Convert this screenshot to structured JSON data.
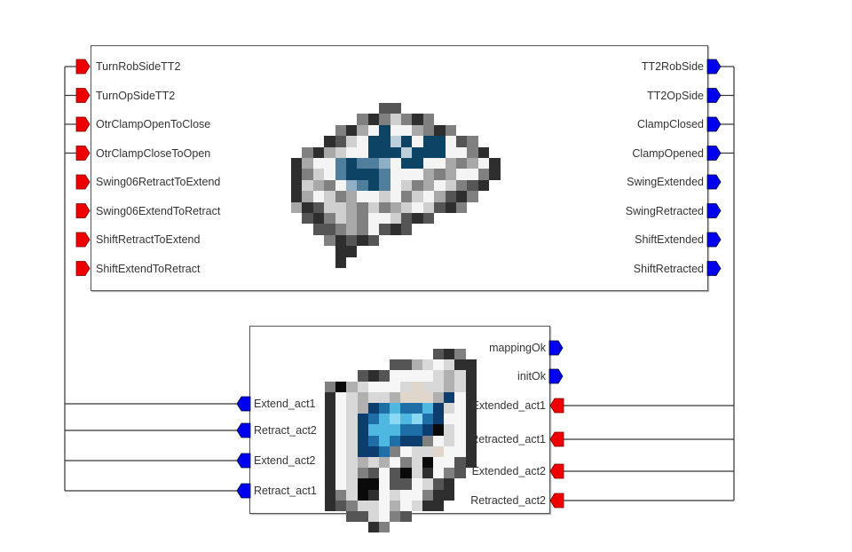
{
  "diagram": {
    "colors": {
      "event_input": "#ee0000",
      "event_output": "#0000ee",
      "wire": "#333333",
      "label": "#333333",
      "border": "#555555"
    },
    "top_block": {
      "name": "turntable-clamp-swing-shift-block",
      "icon": "pixel-tray-icon",
      "inputs": [
        {
          "label": "TurnRobSideTT2",
          "type": "event_input"
        },
        {
          "label": "TurnOpSideTT2",
          "type": "event_input"
        },
        {
          "label": "OtrClampOpenToClose",
          "type": "event_input"
        },
        {
          "label": "OtrClampCloseToOpen",
          "type": "event_input"
        },
        {
          "label": "Swing06RetractToExtend",
          "type": "event_input"
        },
        {
          "label": "Swing06ExtendToRetract",
          "type": "event_input"
        },
        {
          "label": "ShiftRetractToExtend",
          "type": "event_input"
        },
        {
          "label": "ShiftExtendToRetract",
          "type": "event_input"
        }
      ],
      "outputs": [
        {
          "label": "TT2RobSide",
          "type": "event_output"
        },
        {
          "label": "TT2OpSide",
          "type": "event_output"
        },
        {
          "label": "ClampClosed",
          "type": "event_output"
        },
        {
          "label": "ClampOpened",
          "type": "event_output"
        },
        {
          "label": "SwingExtended",
          "type": "event_output"
        },
        {
          "label": "SwingRetracted",
          "type": "event_output"
        },
        {
          "label": "ShiftExtended",
          "type": "event_output"
        },
        {
          "label": "ShiftRetracted",
          "type": "event_output"
        }
      ]
    },
    "bottom_block": {
      "name": "actuator-mapping-block",
      "icon": "pixel-monitor-icon",
      "left_ports": [
        {
          "label": "Extend_act1",
          "type": "event_output"
        },
        {
          "label": "Retract_act2",
          "type": "event_output"
        },
        {
          "label": "Extend_act2",
          "type": "event_output"
        },
        {
          "label": "Retract_act1",
          "type": "event_output"
        }
      ],
      "right_ports": [
        {
          "label": "mappingOk",
          "type": "event_output"
        },
        {
          "label": "initOk",
          "type": "event_output"
        },
        {
          "label": "Extended_act1",
          "type": "event_input"
        },
        {
          "label": "Retracted_act1",
          "type": "event_input"
        },
        {
          "label": "Extended_act2",
          "type": "event_input"
        },
        {
          "label": "Retracted_act2",
          "type": "event_input"
        }
      ]
    },
    "connections": [
      {
        "from": "bottom_block.Extend_act1",
        "to": "top_block.TurnRobSideTT2"
      },
      {
        "from": "bottom_block.Retract_act2",
        "to": "top_block.TurnOpSideTT2"
      },
      {
        "from": "bottom_block.Extend_act2",
        "to": "top_block.OtrClampOpenToClose"
      },
      {
        "from": "bottom_block.Retract_act1",
        "to": "top_block.OtrClampCloseToOpen"
      },
      {
        "from": "top_block.TT2RobSide",
        "to": "bottom_block.Extended_act1"
      },
      {
        "from": "top_block.TT2OpSide",
        "to": "bottom_block.Retracted_act1"
      },
      {
        "from": "top_block.ClampClosed",
        "to": "bottom_block.Extended_act2"
      },
      {
        "from": "top_block.ClampOpened",
        "to": "bottom_block.Retracted_act2"
      }
    ]
  }
}
